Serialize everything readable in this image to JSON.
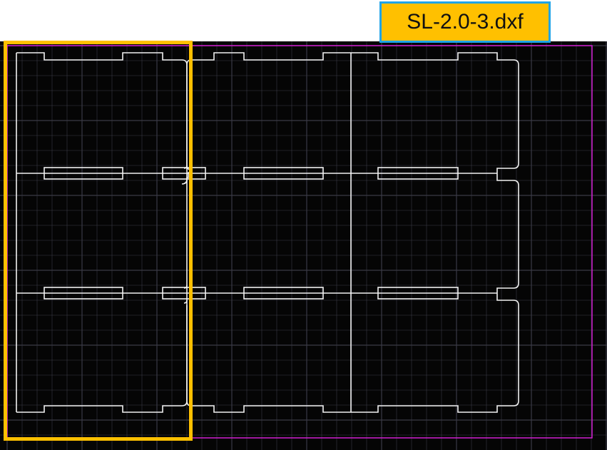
{
  "file": {
    "name": "SL-2.0-3.dxf"
  },
  "colors": {
    "background": "#050505",
    "grid": "#3a3a46",
    "sheet_boundary": "#d21ed2",
    "cut_lines": "#f2f2f2",
    "highlight": "#ffc000",
    "label_bg": "#ffc000",
    "label_border": "#1fa4e8"
  },
  "layout": {
    "grid_columns": 3,
    "grid_rows": 3,
    "highlighted_column": 1
  }
}
